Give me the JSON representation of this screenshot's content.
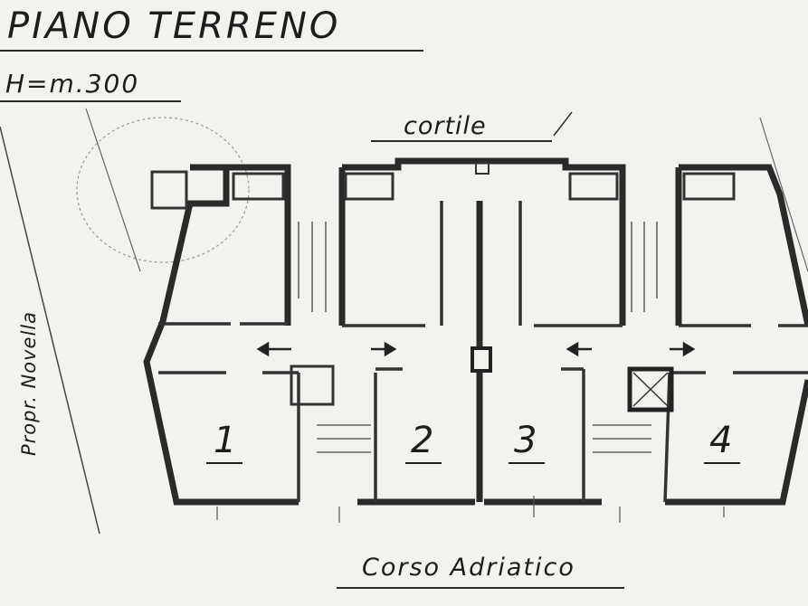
{
  "plan": {
    "title": "PIANO TERRENO",
    "height": "H=m.300",
    "courtyard": "cortile",
    "street": "Corso Adriatico",
    "neighbor": "Propr. Novella"
  },
  "units": [
    {
      "label": "1"
    },
    {
      "label": "2"
    },
    {
      "label": "3"
    },
    {
      "label": "4"
    }
  ],
  "colors": {
    "paper": "#f4f2ee",
    "ink": "#1d1d1d",
    "wall": "#2a2a2a",
    "grey": "#8a8a8a"
  }
}
